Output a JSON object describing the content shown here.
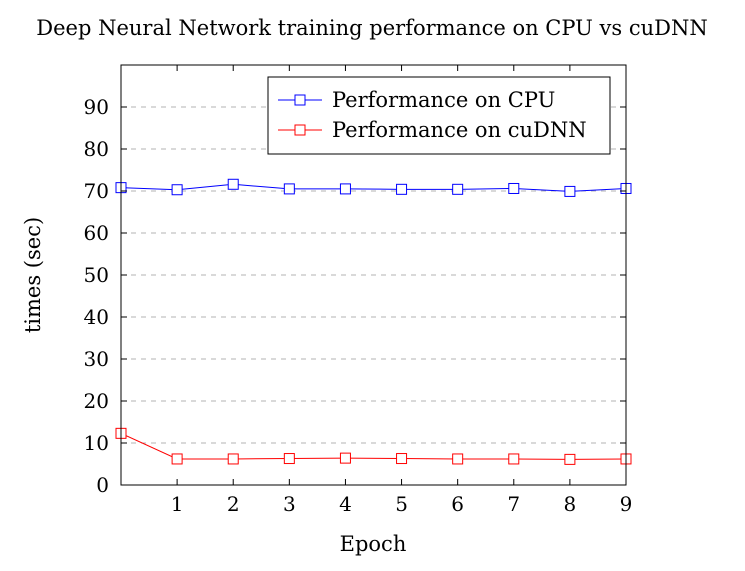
{
  "chart_data": {
    "type": "line",
    "title": "Deep Neural Network training performance on CPU vs cuDNN",
    "xlabel": "Epoch",
    "ylabel": "times (sec)",
    "xlim": [
      0,
      9
    ],
    "ylim": [
      0,
      100
    ],
    "x": [
      0,
      1,
      2,
      3,
      4,
      5,
      6,
      7,
      8,
      9
    ],
    "x_ticks": [
      1,
      2,
      3,
      4,
      5,
      6,
      7,
      8,
      9
    ],
    "y_ticks": [
      0,
      10,
      20,
      30,
      40,
      50,
      60,
      70,
      80,
      90
    ],
    "grid": "horizontal-dashed",
    "legend_position": "top-right",
    "series": [
      {
        "name": "Performance on CPU",
        "color": "#0000ff",
        "marker": "square",
        "values": [
          70.8,
          70.3,
          71.6,
          70.5,
          70.5,
          70.4,
          70.4,
          70.6,
          69.9,
          70.6
        ]
      },
      {
        "name": "Performance on cuDNN",
        "color": "#ff0000",
        "marker": "square",
        "values": [
          12.3,
          6.2,
          6.2,
          6.3,
          6.4,
          6.3,
          6.2,
          6.2,
          6.1,
          6.2
        ]
      }
    ]
  }
}
